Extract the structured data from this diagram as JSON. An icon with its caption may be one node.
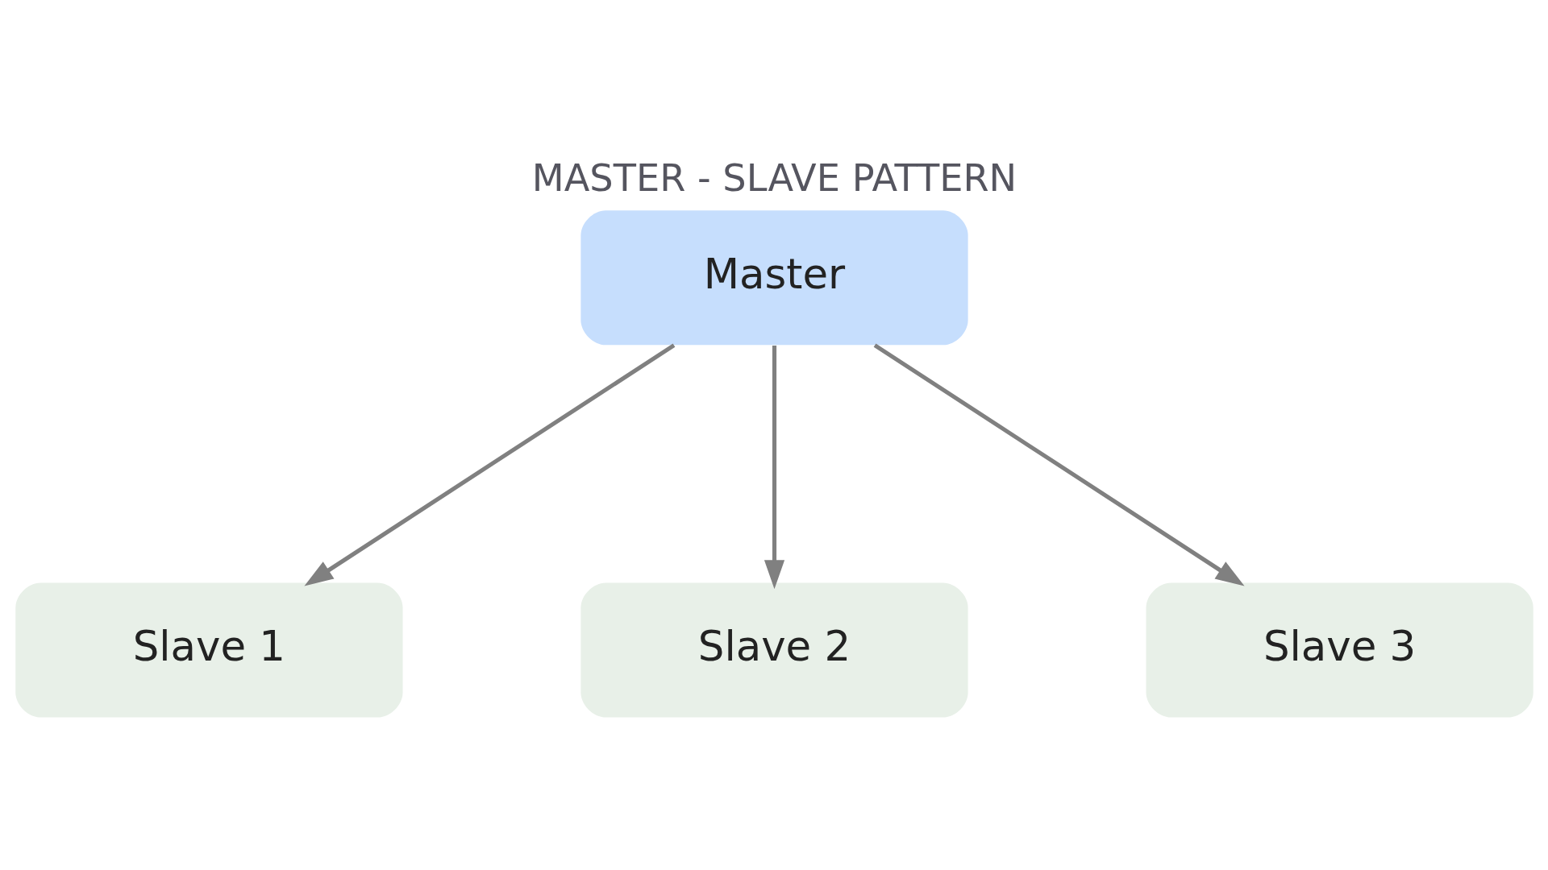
{
  "diagram": {
    "title": "MASTER - SLAVE PATTERN",
    "nodes": [
      {
        "text": [
          "Master"
        ]
      },
      {
        "text": [
          "Slave 1"
        ]
      },
      {
        "text": [
          "Slave 2"
        ]
      },
      {
        "text": [
          "Slave 3"
        ]
      }
    ],
    "edges": [
      {
        "from": 0,
        "to": 1,
        "arrow": "to"
      },
      {
        "from": 0,
        "to": 2,
        "arrow": "to"
      },
      {
        "from": 0,
        "to": 3,
        "arrow": "to"
      }
    ]
  }
}
